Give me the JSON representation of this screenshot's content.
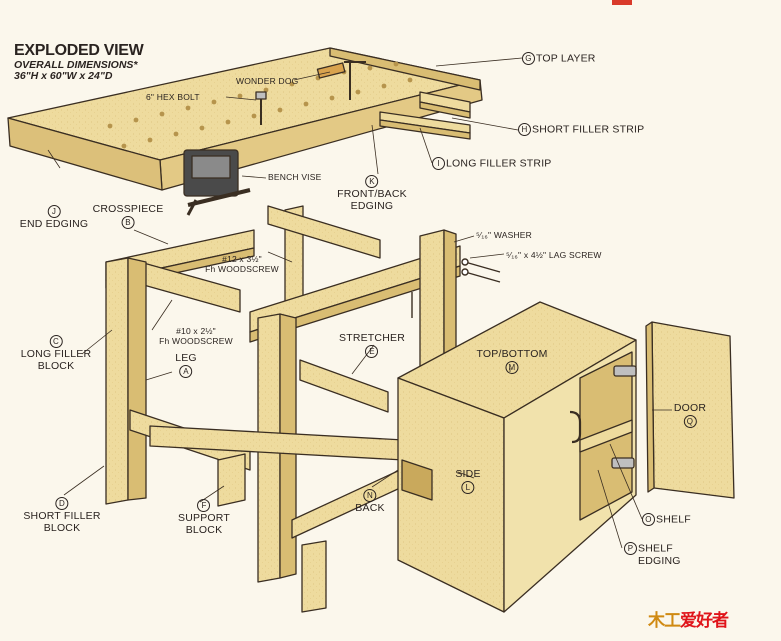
{
  "title": {
    "line1": "EXPLODED VIEW",
    "line2": "OVERALL DIMENSIONS*",
    "line3": "36\"H x 60\"W x 24\"D"
  },
  "labels": {
    "top_layer": {
      "letter": "G",
      "text": "TOP LAYER"
    },
    "short_filler_strip": {
      "letter": "H",
      "text": "SHORT FILLER STRIP"
    },
    "long_filler_strip": {
      "letter": "I",
      "text": "LONG FILLER STRIP"
    },
    "wonder_dog": {
      "text": "WONDER DOG"
    },
    "hex_bolt": {
      "text": "6\" HEX BOLT"
    },
    "bench_vise": {
      "text": "BENCH VISE"
    },
    "front_back_edging": {
      "letter": "K",
      "line1": "FRONT/BACK",
      "line2": "EDGING"
    },
    "end_edging": {
      "letter": "J",
      "text": "END EDGING"
    },
    "crosspiece": {
      "letter": "B",
      "text": "CROSSPIECE"
    },
    "woodscrew_12": {
      "line1": "#12 x 3½\"",
      "line2": "Fh WOODSCREW"
    },
    "washer": {
      "text": "⁵⁄₁₆\" WASHER"
    },
    "lag_screw": {
      "text": "⁵⁄₁₆\" x 4½\" LAG SCREW"
    },
    "long_filler_block": {
      "letter": "C",
      "line1": "LONG FILLER",
      "line2": "BLOCK"
    },
    "woodscrew_10": {
      "line1": "#10 x 2½\"",
      "line2": "Fh WOODSCREW"
    },
    "leg": {
      "letter": "A",
      "text": "LEG"
    },
    "stretcher": {
      "letter": "E",
      "text": "STRETCHER"
    },
    "top_bottom": {
      "letter": "M",
      "text": "TOP/BOTTOM"
    },
    "door": {
      "letter": "Q",
      "text": "DOOR"
    },
    "side": {
      "letter": "L",
      "text": "SIDE"
    },
    "short_filler_block": {
      "letter": "D",
      "line1": "SHORT FILLER",
      "line2": "BLOCK"
    },
    "support_block": {
      "letter": "F",
      "line1": "SUPPORT",
      "line2": "BLOCK"
    },
    "back": {
      "letter": "N",
      "text": "BACK"
    },
    "shelf": {
      "letter": "O",
      "text": "SHELF"
    },
    "shelf_edging": {
      "letter": "P",
      "line1": "SHELF",
      "line2": "EDGING"
    }
  },
  "watermark": {
    "part1": "木工",
    "part2": "爱好者"
  },
  "colors": {
    "wood": "#eedb9e",
    "wood_dark": "#d9bd73",
    "wood_light": "#f6ebc2",
    "outline": "#3a2e22",
    "background": "#fbf7ec",
    "vise": "#4a4a4a"
  }
}
